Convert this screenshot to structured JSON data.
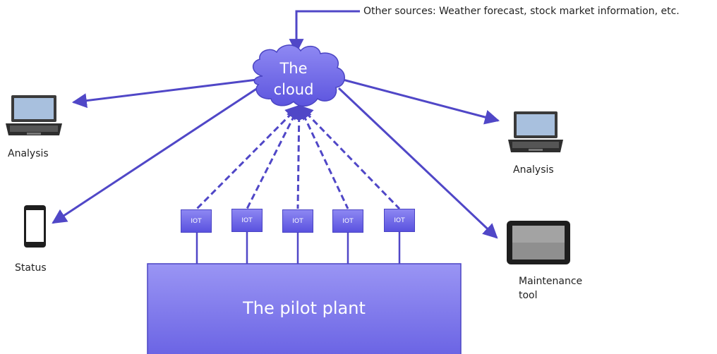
{
  "other_sources": "Other sources: Weather forecast, stock market information, etc.",
  "cloud_label": "The\ncloud",
  "plant_label": "The pilot plant",
  "iot_labels": [
    "IOT",
    "IOT",
    "IOT",
    "IOT",
    "IOT"
  ],
  "devices": {
    "left_laptop": "Analysis",
    "phone": "Status",
    "right_laptop": "Analysis",
    "tablet": "Maintenance\ntool"
  },
  "colors": {
    "line": "#5047c7",
    "cloud": "#6e66e6",
    "plant": "#7f79ec",
    "iot": "#6a62e6"
  }
}
